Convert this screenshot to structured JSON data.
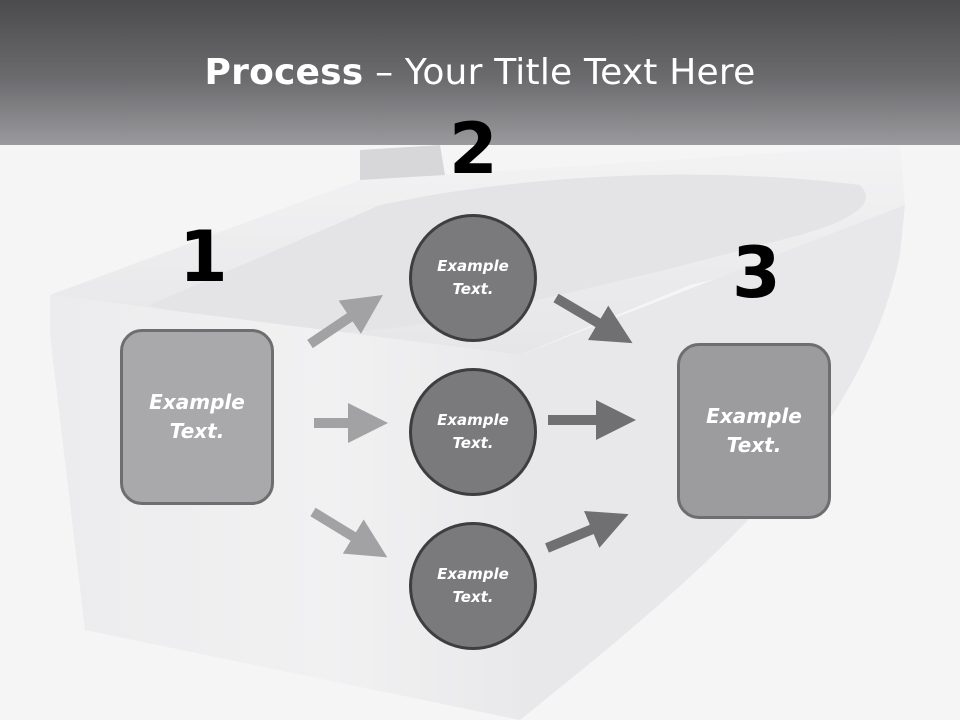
{
  "title": {
    "bold": "Process",
    "rest": " – Your Title Text Here"
  },
  "steps": [
    {
      "number": "1",
      "text": "Example\nText."
    },
    {
      "number": "2"
    },
    {
      "number": "3",
      "text": "Example\nText."
    }
  ],
  "circles": [
    {
      "text": "Example\nText."
    },
    {
      "text": "Example\nText."
    },
    {
      "text": "Example\nText."
    }
  ],
  "colors": {
    "header_dark": "#4b4b4d",
    "box_fill": "#a9a9ab",
    "circle_fill": "#7a7a7c",
    "arrow_light": "#a2a2a4",
    "arrow_dark": "#707072"
  }
}
